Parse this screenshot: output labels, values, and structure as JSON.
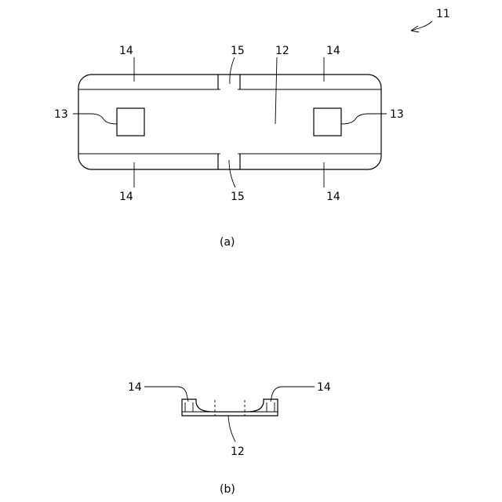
{
  "figure_number": "11",
  "view_a": {
    "caption": "(a)",
    "labels": {
      "main_body": "12",
      "pad_left": "13",
      "pad_right": "13",
      "edge_top_left": "14",
      "edge_top_right": "14",
      "edge_bottom_left": "14",
      "edge_bottom_right": "14",
      "notch_top": "15",
      "notch_bottom": "15"
    }
  },
  "view_b": {
    "caption": "(b)",
    "labels": {
      "edge_left": "14",
      "edge_right": "14",
      "main_body": "12"
    }
  }
}
